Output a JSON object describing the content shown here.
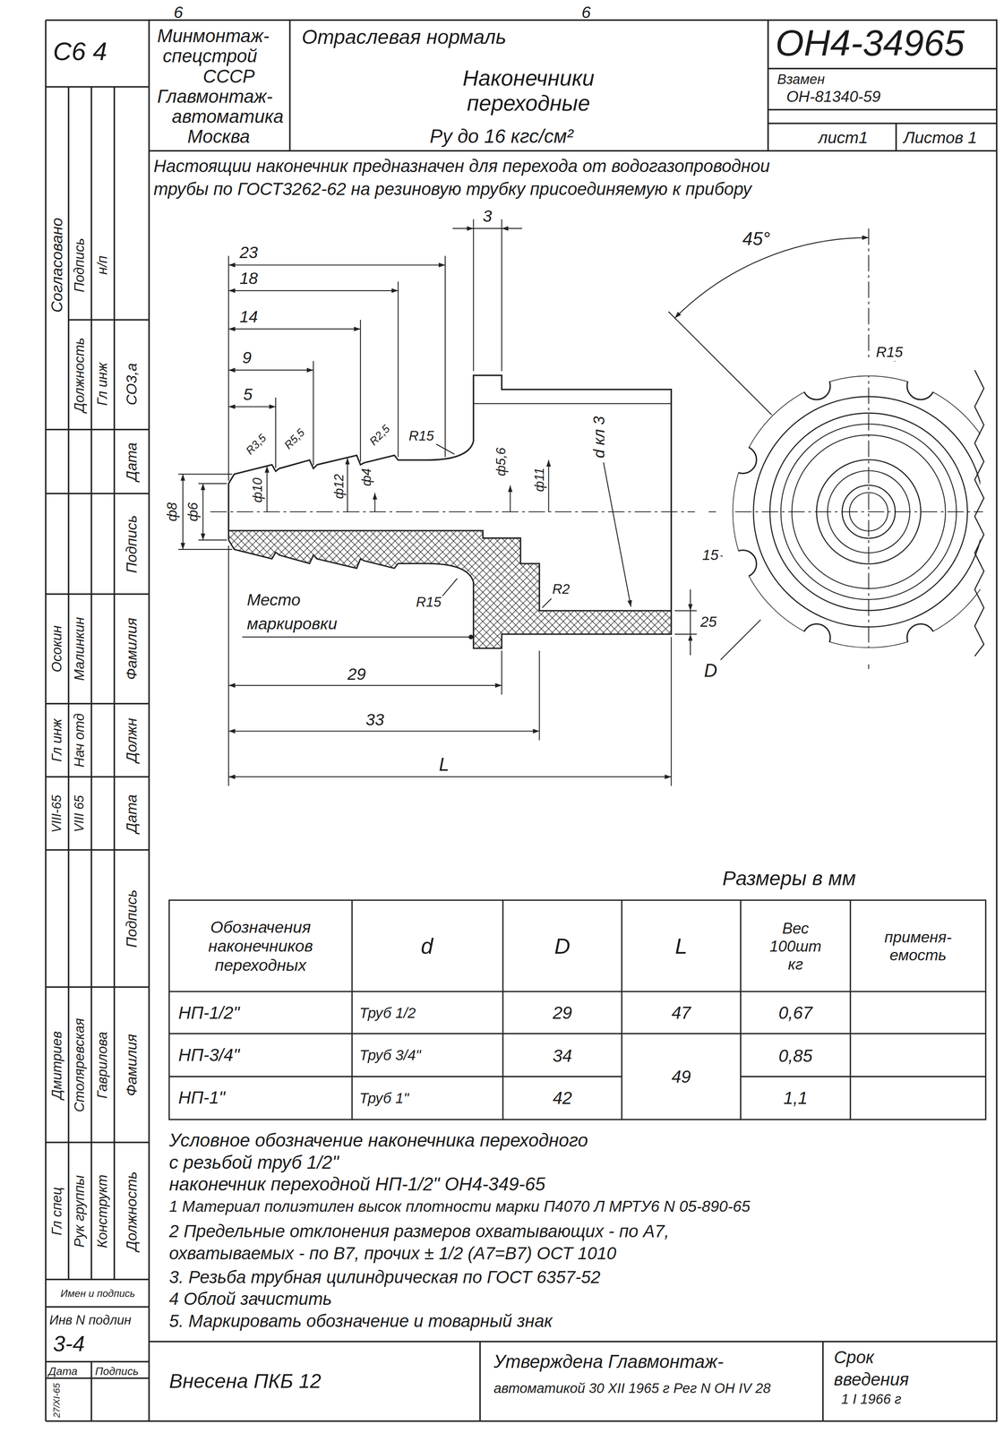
{
  "diagram": {
    "title": "Наконечники переходные",
    "labels": [
      "6",
      "6",
      "С6 4",
      "Минмонтаж-",
      "спецстрой",
      "СССР",
      "Главмонтаж-",
      "автоматика",
      "Москва",
      "Отраслевая нормаль",
      "Ру до 16 кгс/см²",
      "ОН4-34965",
      "Взамен",
      "ОН-81340-59",
      "лист1",
      "Листов 1",
      "Настоящии наконечник предназначен для перехода от водогазопроводнои",
      "трубы по ГОСТ3262-62 на резиновую трубку присоединяемую к прибору",
      "23",
      "18",
      "14",
      "9",
      "5",
      "3",
      "45°",
      "R15",
      "R3,5",
      "R5,5",
      "R2,5",
      "ф8",
      "ф6",
      "ф10",
      "ф12",
      "ф4",
      "R15",
      "ф5,6",
      "ф11",
      "d кл 3",
      "R2",
      "Место",
      "маркировки",
      "R15",
      "29",
      "25",
      "33",
      "L",
      "D",
      "15",
      "Размеры в мм",
      "Обозначения наконечников переходных",
      "d",
      "D",
      "L",
      "Вес 100шт кг",
      "применя- емость",
      "НП-1/2\"",
      "Труб 1/2",
      "29",
      "47",
      "0,67",
      "НП-3/4\"",
      "Труб 3/4\"",
      "34",
      "49",
      "0,85",
      "НП-1\"",
      "Труб 1\"",
      "42",
      "1,1",
      "Условное обозначение наконечника переходного",
      "с резьбой труб 1/2\"",
      "наконечник переходной НП-1/2\" ОН4-349-65",
      "1 Материал полиэтилен высок плотности марки П4070 Л МРТУ6 N 05-890-65",
      "2 Предельные отклонения размеров охватывающих - по А7,",
      "охватываемых - по В7, прочих ± 1/2 (А7=В7) ОСТ 1010",
      "3. Резьба трубная цилиндрическая по ГОСТ 6357-52",
      "4 Облой зачистить",
      "5. Маркировать обозначение и товарный знак",
      "Внесена ПКБ 12",
      "Утверждена Главмонтаж-",
      "автоматикой 30 XII 1965 г Рег N ОН IV 28",
      "Срок",
      "введения",
      "1 I 1966 г",
      "Согласовано",
      "Должность",
      "Подпись",
      "Гл инж",
      "н/п",
      "СО3,а",
      "Дата",
      "Подпись",
      "Фамилия",
      "Должн",
      "Осокин",
      "Малинкин",
      "Гл инж",
      "Нач отд",
      "VIII-65",
      "VIII 65",
      "Дата",
      "Подпись",
      "Дмитриев",
      "Столяревская",
      "Гаврилова",
      "Фамилия",
      "Гл спец",
      "Рук группы",
      "Конструкт",
      "Должность",
      "Имен и подпись",
      "Инв N подлин",
      "3-4",
      "Дата",
      "Подпись",
      "27/XI-65"
    ]
  }
}
